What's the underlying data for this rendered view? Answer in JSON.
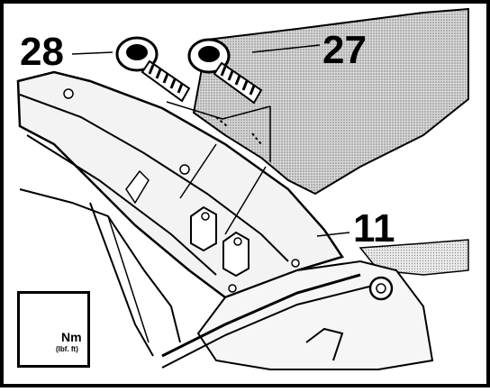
{
  "callouts": {
    "screw_a": "28",
    "screw_b": "27",
    "component": "11"
  },
  "torque_box": {
    "unit": "Nm",
    "unit_alt": "(lbf. ft)"
  },
  "icons": [
    "screw-icon",
    "wrench-icon",
    "mounting-clip-icon"
  ],
  "colors": {
    "line": "#000000",
    "shade": "#b0b0b0",
    "background": "#ffffff"
  }
}
